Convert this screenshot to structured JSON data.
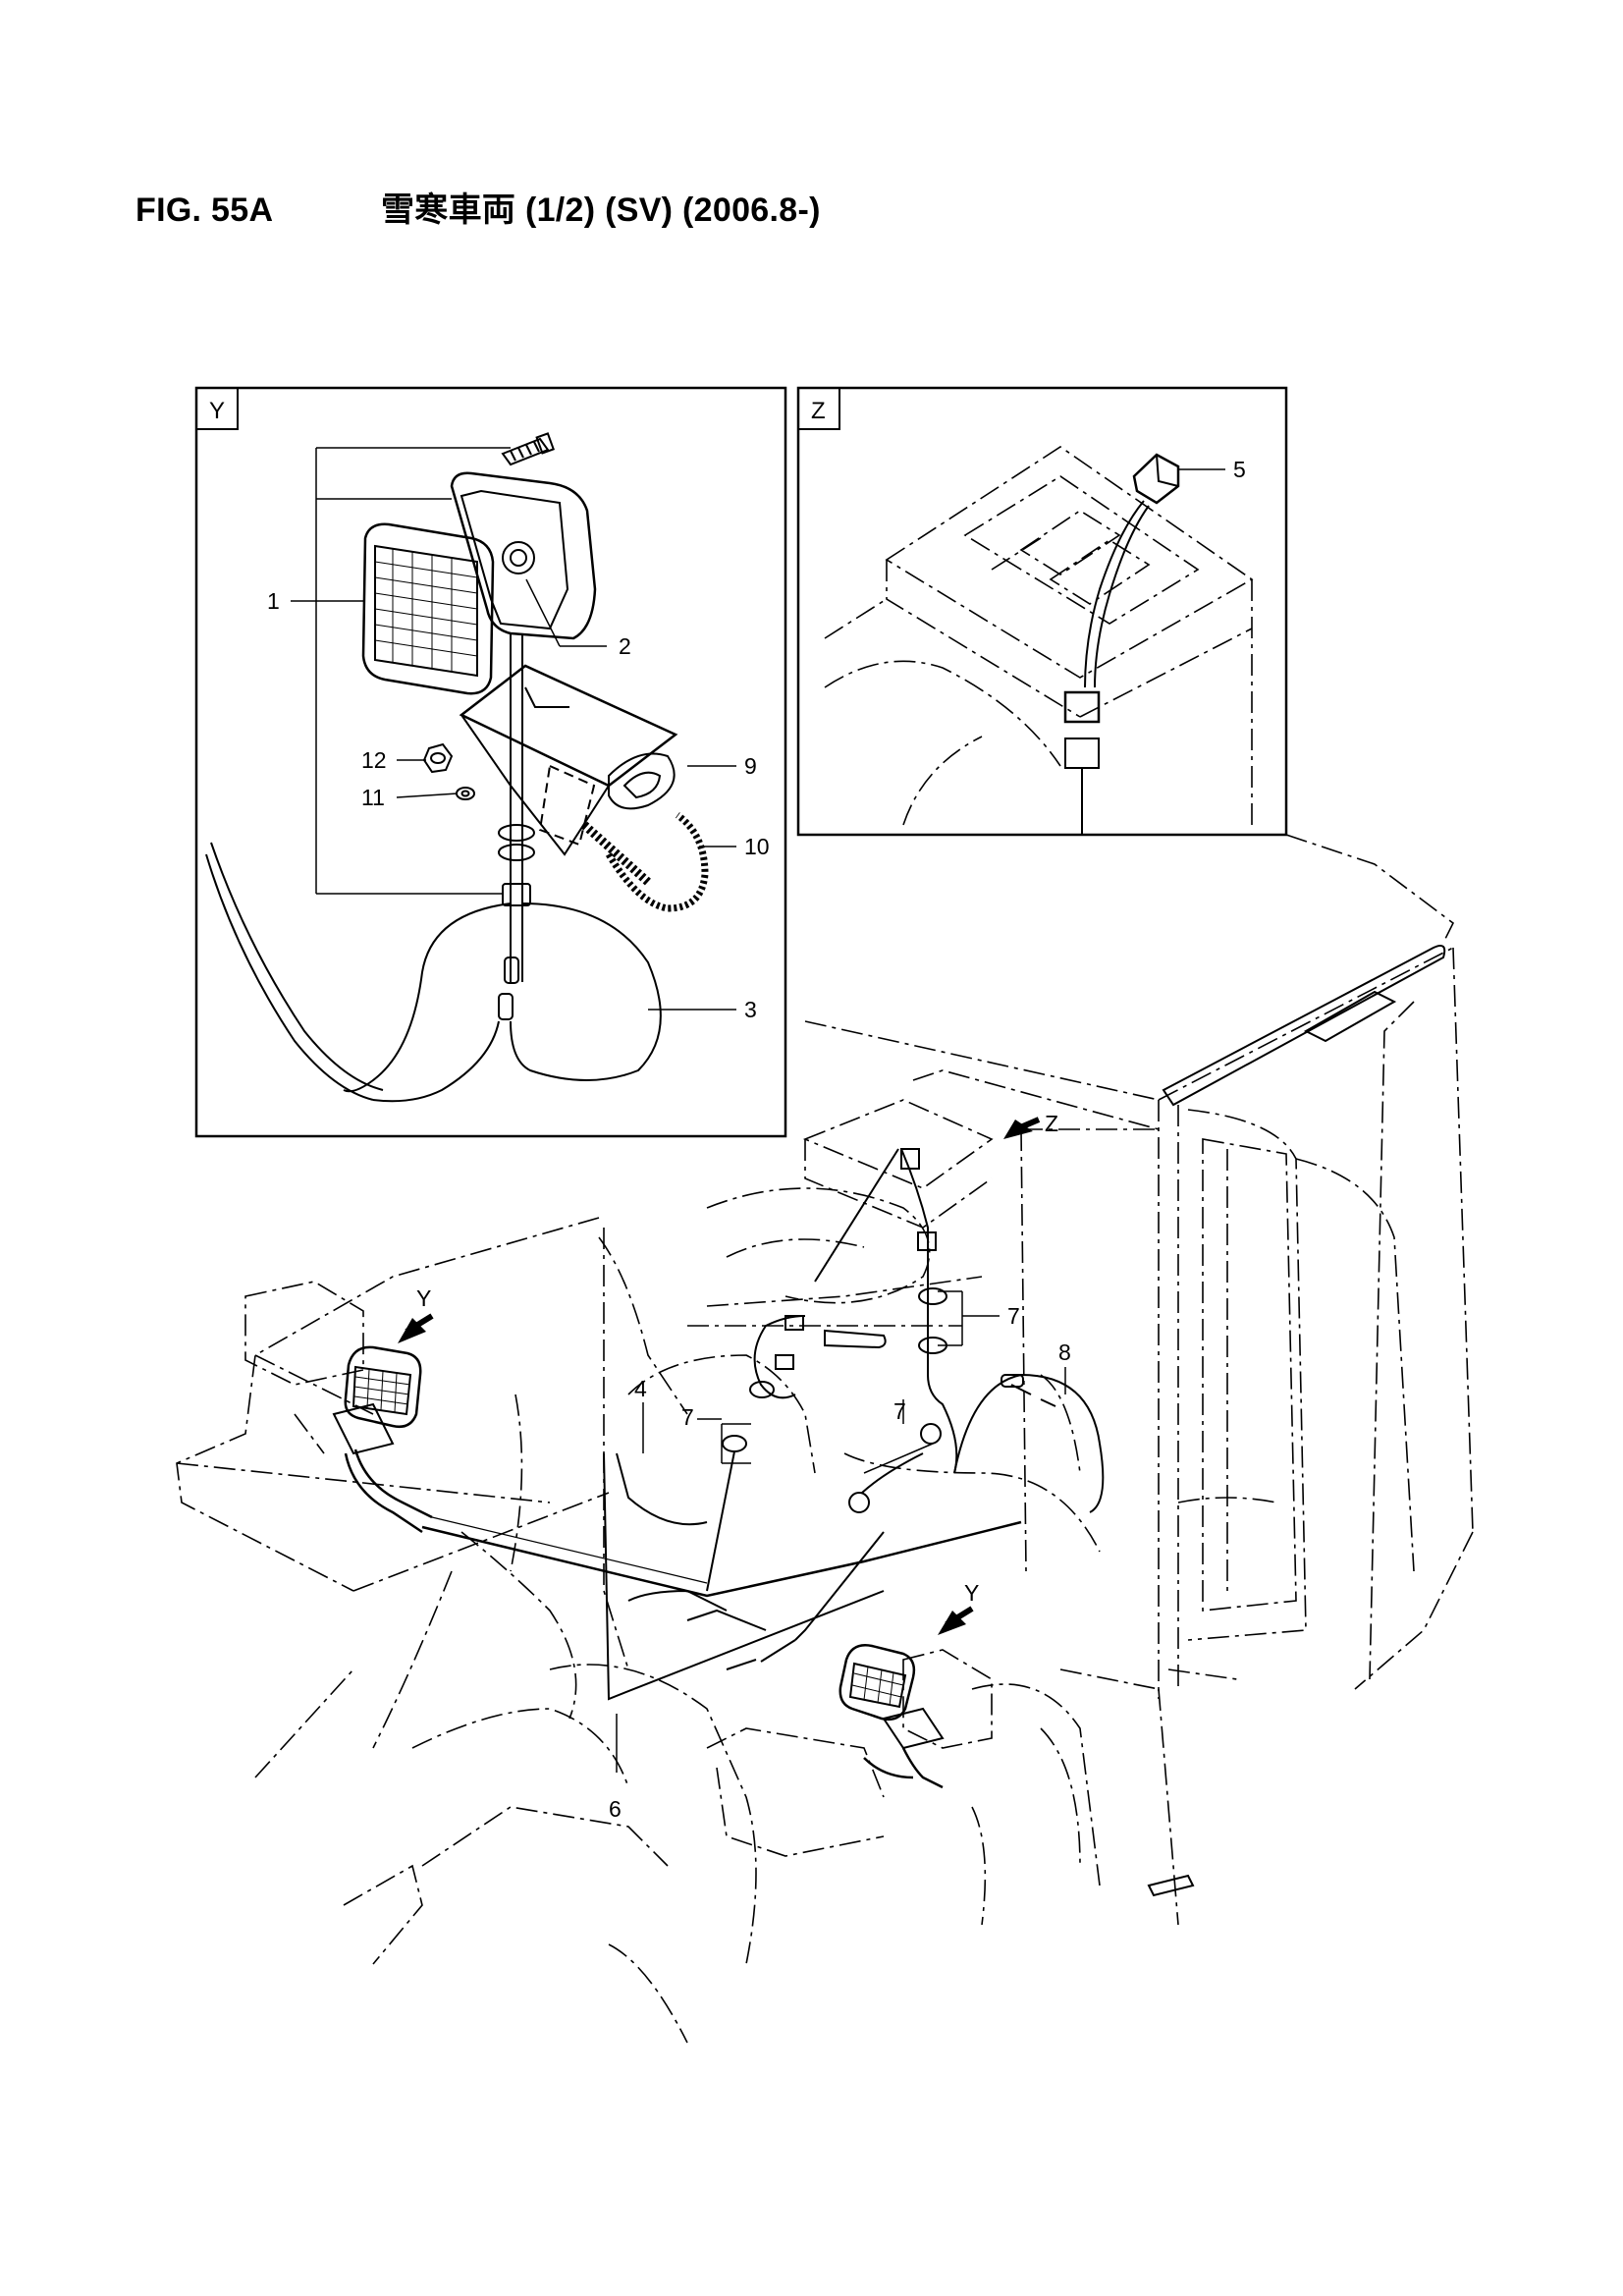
{
  "figure": {
    "id": "FIG. 55A",
    "title": "雪寒車両 (1/2) (SV) (2006.8-)"
  },
  "views": {
    "y": {
      "label": "Y"
    },
    "z": {
      "label": "Z"
    }
  },
  "callouts": {
    "c1": "1",
    "c2": "2",
    "c3": "3",
    "c4": "4",
    "c5": "5",
    "c6": "6",
    "c7a": "7",
    "c7b": "7",
    "c7c": "7",
    "c8": "8",
    "c9": "9",
    "c10": "10",
    "c11": "11",
    "c12": "12"
  },
  "view_arrows": {
    "z": "Z",
    "y_left": "Y",
    "y_right": "Y"
  }
}
